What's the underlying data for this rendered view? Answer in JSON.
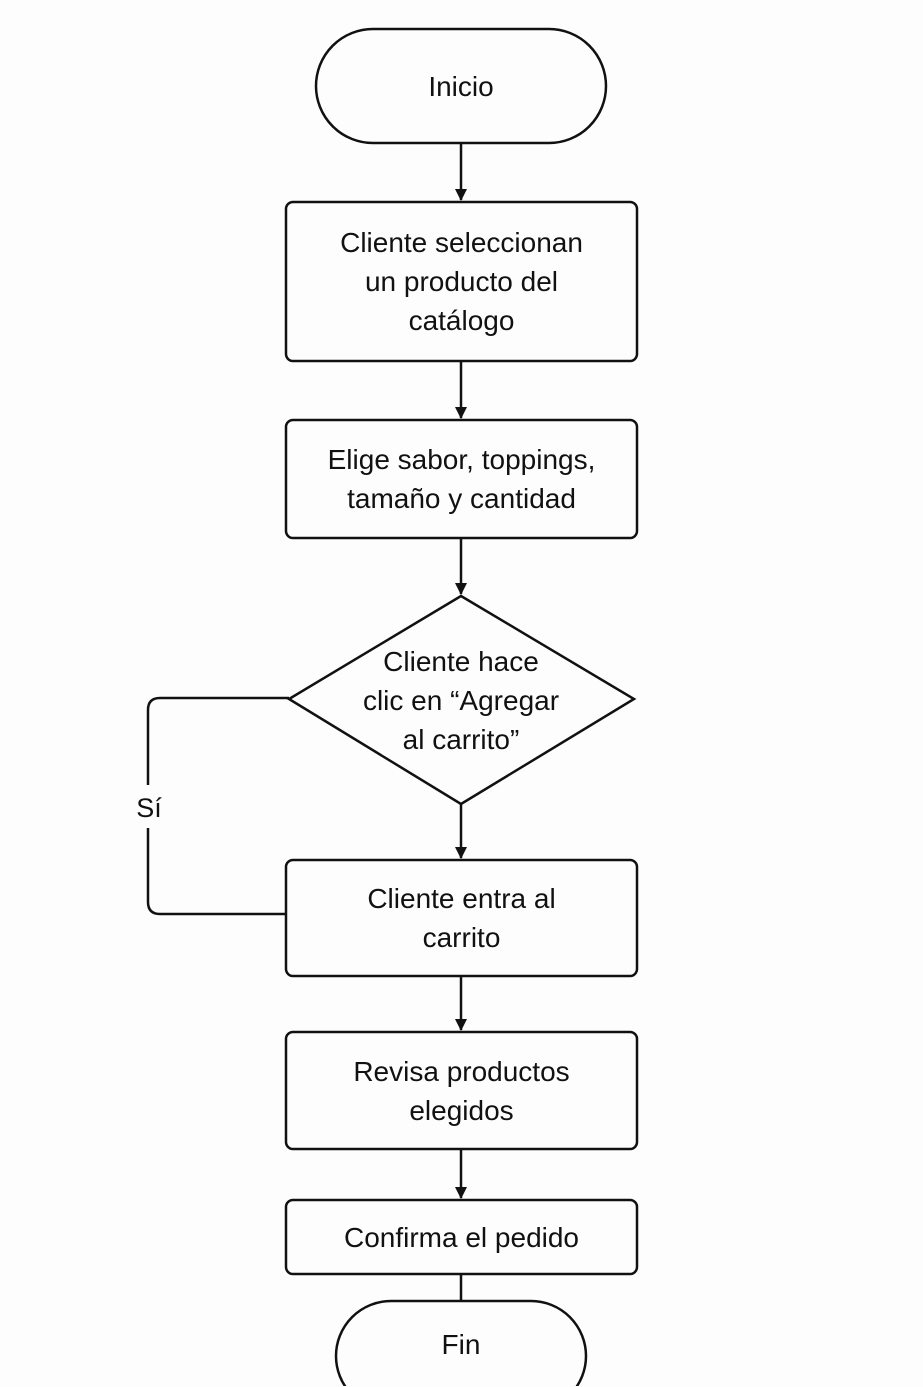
{
  "nodes": {
    "start": "Inicio",
    "select_product": "Cliente seleccionan\nun producto del\ncatálogo",
    "choose_options": "Elige sabor, toppings,\n tamaño y cantidad",
    "add_to_cart_decision": "Cliente hace\nclic en “Agregar\nal carrito”",
    "enter_cart": "Cliente entra al\n carrito",
    "review_products": "Revisa productos\nelegidos",
    "confirm_order": "Confirma el pedido",
    "end": "Fin"
  },
  "edges": {
    "yes_label": "Sí"
  },
  "colors": {
    "stroke": "#111111",
    "background": "#fdfdfd",
    "text": "#111111"
  }
}
